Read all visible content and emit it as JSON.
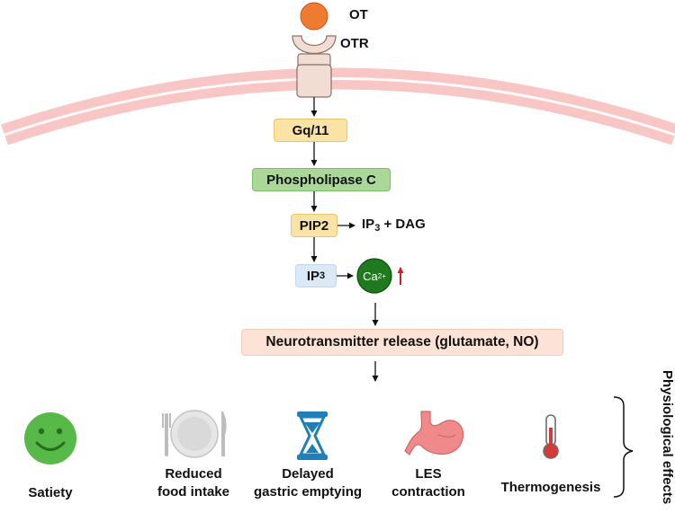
{
  "ligand": "OT",
  "receptor": "OTR",
  "pathway": {
    "gprotein": "Gq/11",
    "enzyme": "Phospholipase C",
    "substrate": "PIP2",
    "products": {
      "ip": "IP",
      "ip_sub": "3",
      "rest": " + DAG"
    },
    "ip3": {
      "base": "IP",
      "sub": "3"
    },
    "calcium": {
      "base": "Ca",
      "sup": "2+"
    },
    "release": "Neurotransmitter release (glutamate, NO)"
  },
  "effects": [
    {
      "icon": "smiley-face-icon",
      "label": "Satiety"
    },
    {
      "icon": "plate-cutlery-icon",
      "label": "Reduced\nfood intake"
    },
    {
      "icon": "hourglass-icon",
      "label": "Delayed\ngastric emptying"
    },
    {
      "icon": "stomach-icon",
      "label": "LES\ncontraction"
    },
    {
      "icon": "thermometer-icon",
      "label": "Thermogenesis"
    }
  ],
  "effects_group_label": "Physiological effects",
  "colors": {
    "ot": "#ef7a30",
    "receptor": "#f1ddd4",
    "membrane": "#f9c6c6",
    "gprotein": "#fbe3a6",
    "plc": "#a9d899",
    "ip3": "#dbe9f7",
    "calcium": "#1f7a1f",
    "release": "#fde3d6",
    "increase_arrow": "#d42020",
    "satiety": "#57b947",
    "hourglass": "#1f7fb6",
    "stomach": "#f08a8a",
    "thermometer": "#d43a3a"
  }
}
